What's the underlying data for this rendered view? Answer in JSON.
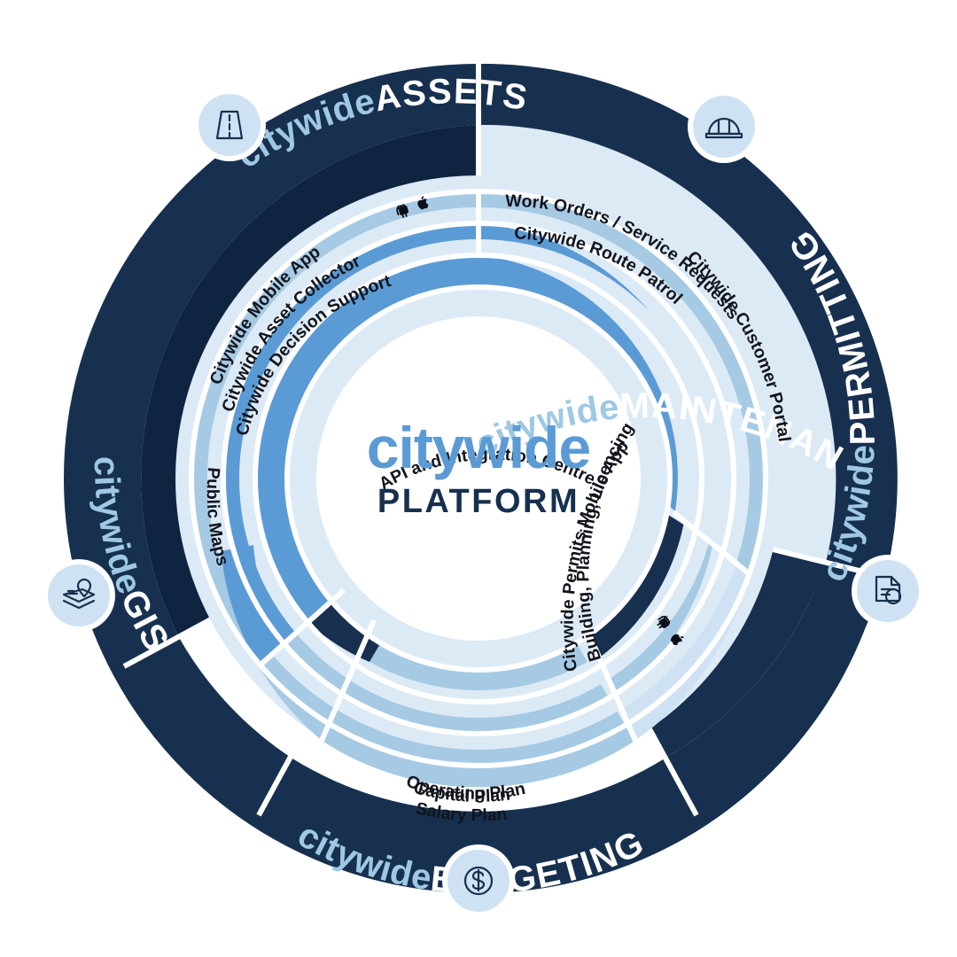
{
  "diagram": {
    "title": "Citywide Platform",
    "center": {
      "brand": "citywide",
      "subtitle": "PLATFORM"
    },
    "colors": {
      "navy": "#17304f",
      "navy_dark": "#0f2440",
      "light_blue": "#9ec8e3",
      "mid_blue": "#5b9bd5",
      "pale_blue": "#dceaf6",
      "steel_blue": "#a6cae4",
      "white": "#ffffff",
      "text_dark": "#12141c"
    },
    "outer_segments": [
      {
        "brand": "citywide",
        "name": "ASSETS",
        "icon": "road-icon",
        "start_deg": -90,
        "end_deg": -10,
        "icon_deg": -62
      },
      {
        "brand": "citywide",
        "name": "MAINTENANCE",
        "icon": "hardhat-icon",
        "start_deg": -90,
        "end_deg": -10,
        "icon_deg": -38
      },
      {
        "brand": "citywide",
        "name": "PERMITTING",
        "icon": "permit-document-icon",
        "start_deg": 10,
        "end_deg": 85,
        "icon_deg": 14
      },
      {
        "brand": "citywide",
        "name": "BUDGETING",
        "icon": "dollar-coin-icon",
        "start_deg": 95,
        "end_deg": 170,
        "icon_deg": 90
      },
      {
        "brand": "citywide",
        "name": "GIS",
        "icon": "map-layers-icon",
        "start_deg": 170,
        "end_deg": 250,
        "icon_deg": 166
      }
    ],
    "inner_rings": [
      {
        "ring": "outermost-inner",
        "label": "Citywide Mobile App",
        "has_platform_icons": true,
        "platform_icons": [
          "android-icon",
          "apple-icon"
        ],
        "color": "steel-blue",
        "side": "assets"
      },
      {
        "ring": "outermost-inner",
        "label": "Work Orders / Service Requests",
        "has_platform_icons": false,
        "color": "steel-blue",
        "side": "maintenance"
      },
      {
        "ring": "middle-inner",
        "label": "Citywide Asset Collector",
        "has_platform_icons": false,
        "color": "mid-blue",
        "side": "assets"
      },
      {
        "ring": "middle-inner",
        "label": "Citywide Route Patrol",
        "has_platform_icons": false,
        "color": "mid-blue",
        "side": "maintenance"
      },
      {
        "ring": "innermost-inner",
        "label": "Citywide Decision Support",
        "has_platform_icons": false,
        "color": "mid-blue",
        "side": "assets"
      },
      {
        "ring": "innermost-inner",
        "label": "API and Integration Centre",
        "has_platform_icons": false,
        "color": "pale-blue",
        "side": "center"
      },
      {
        "ring": "maintenance-outer",
        "label": "Citywide Customer Portal",
        "has_platform_icons": false,
        "color": "pale-blue",
        "side": "maintenance"
      },
      {
        "ring": "permitting-a",
        "label": "Building, Planning, Licencing",
        "has_platform_icons": true,
        "platform_icons": [
          "android-icon",
          "apple-icon"
        ],
        "color": "steel-blue",
        "side": "permitting"
      },
      {
        "ring": "permitting-b",
        "label": "Citywide Permits Mobile App",
        "has_platform_icons": false,
        "color": "steel-blue",
        "side": "permitting"
      },
      {
        "ring": "gis",
        "label": "Public Maps",
        "has_platform_icons": false,
        "color": "mid-blue",
        "side": "gis"
      },
      {
        "ring": "budget-1",
        "label": "Operating Plan",
        "has_platform_icons": false,
        "color": "steel-blue",
        "side": "budgeting"
      },
      {
        "ring": "budget-2",
        "label": "Capital Plan",
        "has_platform_icons": false,
        "color": "steel-blue",
        "side": "budgeting"
      },
      {
        "ring": "budget-3",
        "label": "Salary Plan",
        "has_platform_icons": false,
        "color": "steel-blue",
        "side": "budgeting"
      }
    ],
    "labels": {
      "assets_brand": "citywide",
      "assets_name": "ASSETS",
      "maintenance_brand": "citywide",
      "maintenance_name": "MAINTENANCE",
      "permitting_brand": "citywide",
      "permitting_name": "PERMITTING",
      "budgeting_brand": "citywide",
      "budgeting_name": "BUDGETING",
      "gis_brand": "citywide",
      "gis_name": "GIS",
      "mobile_app": "Citywide Mobile App",
      "asset_collector": "Citywide Asset Collector",
      "decision_support": "Citywide Decision Support",
      "api_centre": "API and Integration Centre",
      "work_orders": "Work Orders / Service Requests",
      "route_patrol": "Citywide Route Patrol",
      "customer_portal": "Citywide Customer Portal",
      "building_planning": "Building, Planning, Licencing",
      "permits_mobile_app": "Citywide Permits Mobile App",
      "public_maps": "Public Maps",
      "operating_plan": "Operating Plan",
      "capital_plan": "Capital Plan",
      "salary_plan": "Salary Plan"
    }
  }
}
